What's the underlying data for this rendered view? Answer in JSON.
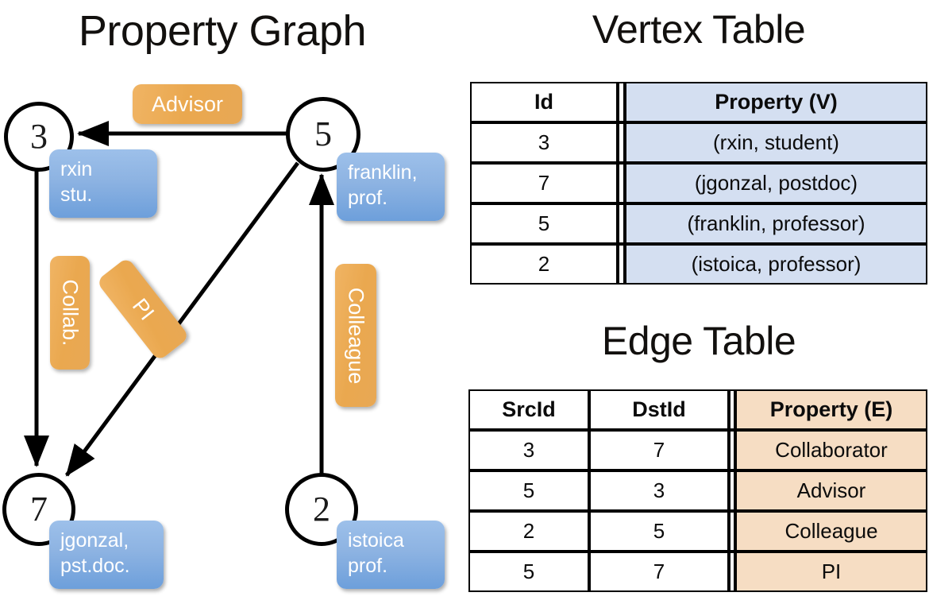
{
  "titles": {
    "property_graph": "Property Graph",
    "vertex_table": "Vertex Table",
    "edge_table": "Edge Table"
  },
  "graph": {
    "vertices": [
      {
        "id": "3",
        "property_label": "rxin\nstu."
      },
      {
        "id": "5",
        "property_label": "franklin,\nprof."
      },
      {
        "id": "7",
        "property_label": "jgonzal,\npst.doc."
      },
      {
        "id": "2",
        "property_label": "istoica\nprof."
      }
    ],
    "vertex_labels": {
      "v3": "3",
      "v5": "5",
      "v7": "7",
      "v2": "2"
    },
    "property_boxes": {
      "rxin_line1": "rxin",
      "rxin_line2": "stu.",
      "franklin_line1": "franklin,",
      "franklin_line2": "prof.",
      "jgonzal_line1": "jgonzal,",
      "jgonzal_line2": "pst.doc.",
      "istoica_line1": "istoica",
      "istoica_line2": "prof."
    },
    "edge_chips": {
      "advisor": "Advisor",
      "collab": "Collab.",
      "pi": "PI",
      "colleague": "Colleague"
    },
    "edges": [
      {
        "src": "5",
        "dst": "3",
        "label": "Advisor"
      },
      {
        "src": "3",
        "dst": "7",
        "label": "Collab."
      },
      {
        "src": "5",
        "dst": "7",
        "label": "PI"
      },
      {
        "src": "2",
        "dst": "5",
        "label": "Colleague"
      }
    ]
  },
  "vertex_table": {
    "headers": [
      "Id",
      "Property (V)"
    ],
    "rows": [
      {
        "id": "3",
        "property": "(rxin, student)"
      },
      {
        "id": "7",
        "property": "(jgonzal, postdoc)"
      },
      {
        "id": "5",
        "property": "(franklin, professor)"
      },
      {
        "id": "2",
        "property": "(istoica, professor)"
      }
    ]
  },
  "edge_table": {
    "headers": [
      "SrcId",
      "DstId",
      "Property (E)"
    ],
    "rows": [
      {
        "src": "3",
        "dst": "7",
        "property": "Collaborator"
      },
      {
        "src": "5",
        "dst": "3",
        "property": "Advisor"
      },
      {
        "src": "2",
        "dst": "5",
        "property": "Colleague"
      },
      {
        "src": "5",
        "dst": "7",
        "property": "PI"
      }
    ]
  },
  "colors": {
    "vertex_property_fill": "#d4dff1",
    "edge_property_fill": "#f6ddc3",
    "node_callout_blue": "#8db3e2",
    "edge_chip_orange": "#eaa84f",
    "stroke": "#000000",
    "background": "#ffffff"
  }
}
